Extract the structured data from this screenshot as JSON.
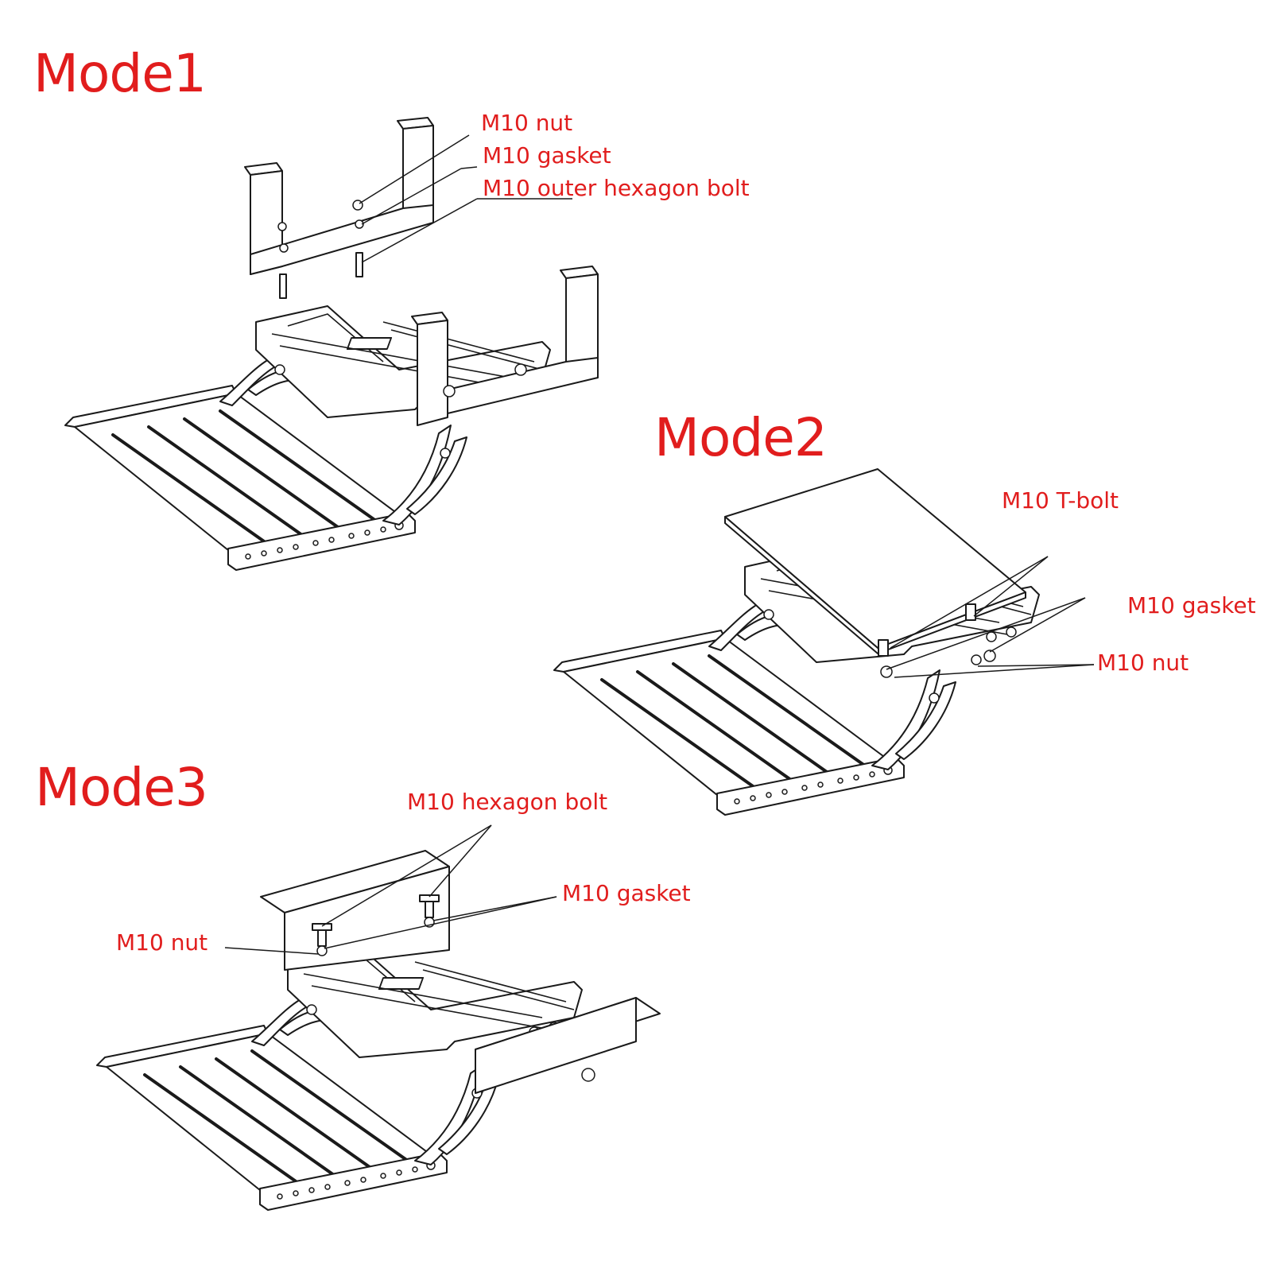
{
  "colors": {
    "label": "#e11d1d",
    "line": "#1a1a1a",
    "fill": "#ffffff",
    "stroke_light": "#555555"
  },
  "mode1": {
    "title": "Mode1",
    "labels": {
      "nut": "M10 nut",
      "gasket": "M10 gasket",
      "bolt": "M10 outer hexagon bolt"
    }
  },
  "mode2": {
    "title": "Mode2",
    "labels": {
      "tbolt": "M10 T-bolt",
      "gasket": "M10 gasket",
      "nut": "M10 nut"
    }
  },
  "mode3": {
    "title": "Mode3",
    "labels": {
      "bolt": "M10 hexagon bolt",
      "gasket": "M10 gasket",
      "nut": "M10 nut"
    }
  }
}
